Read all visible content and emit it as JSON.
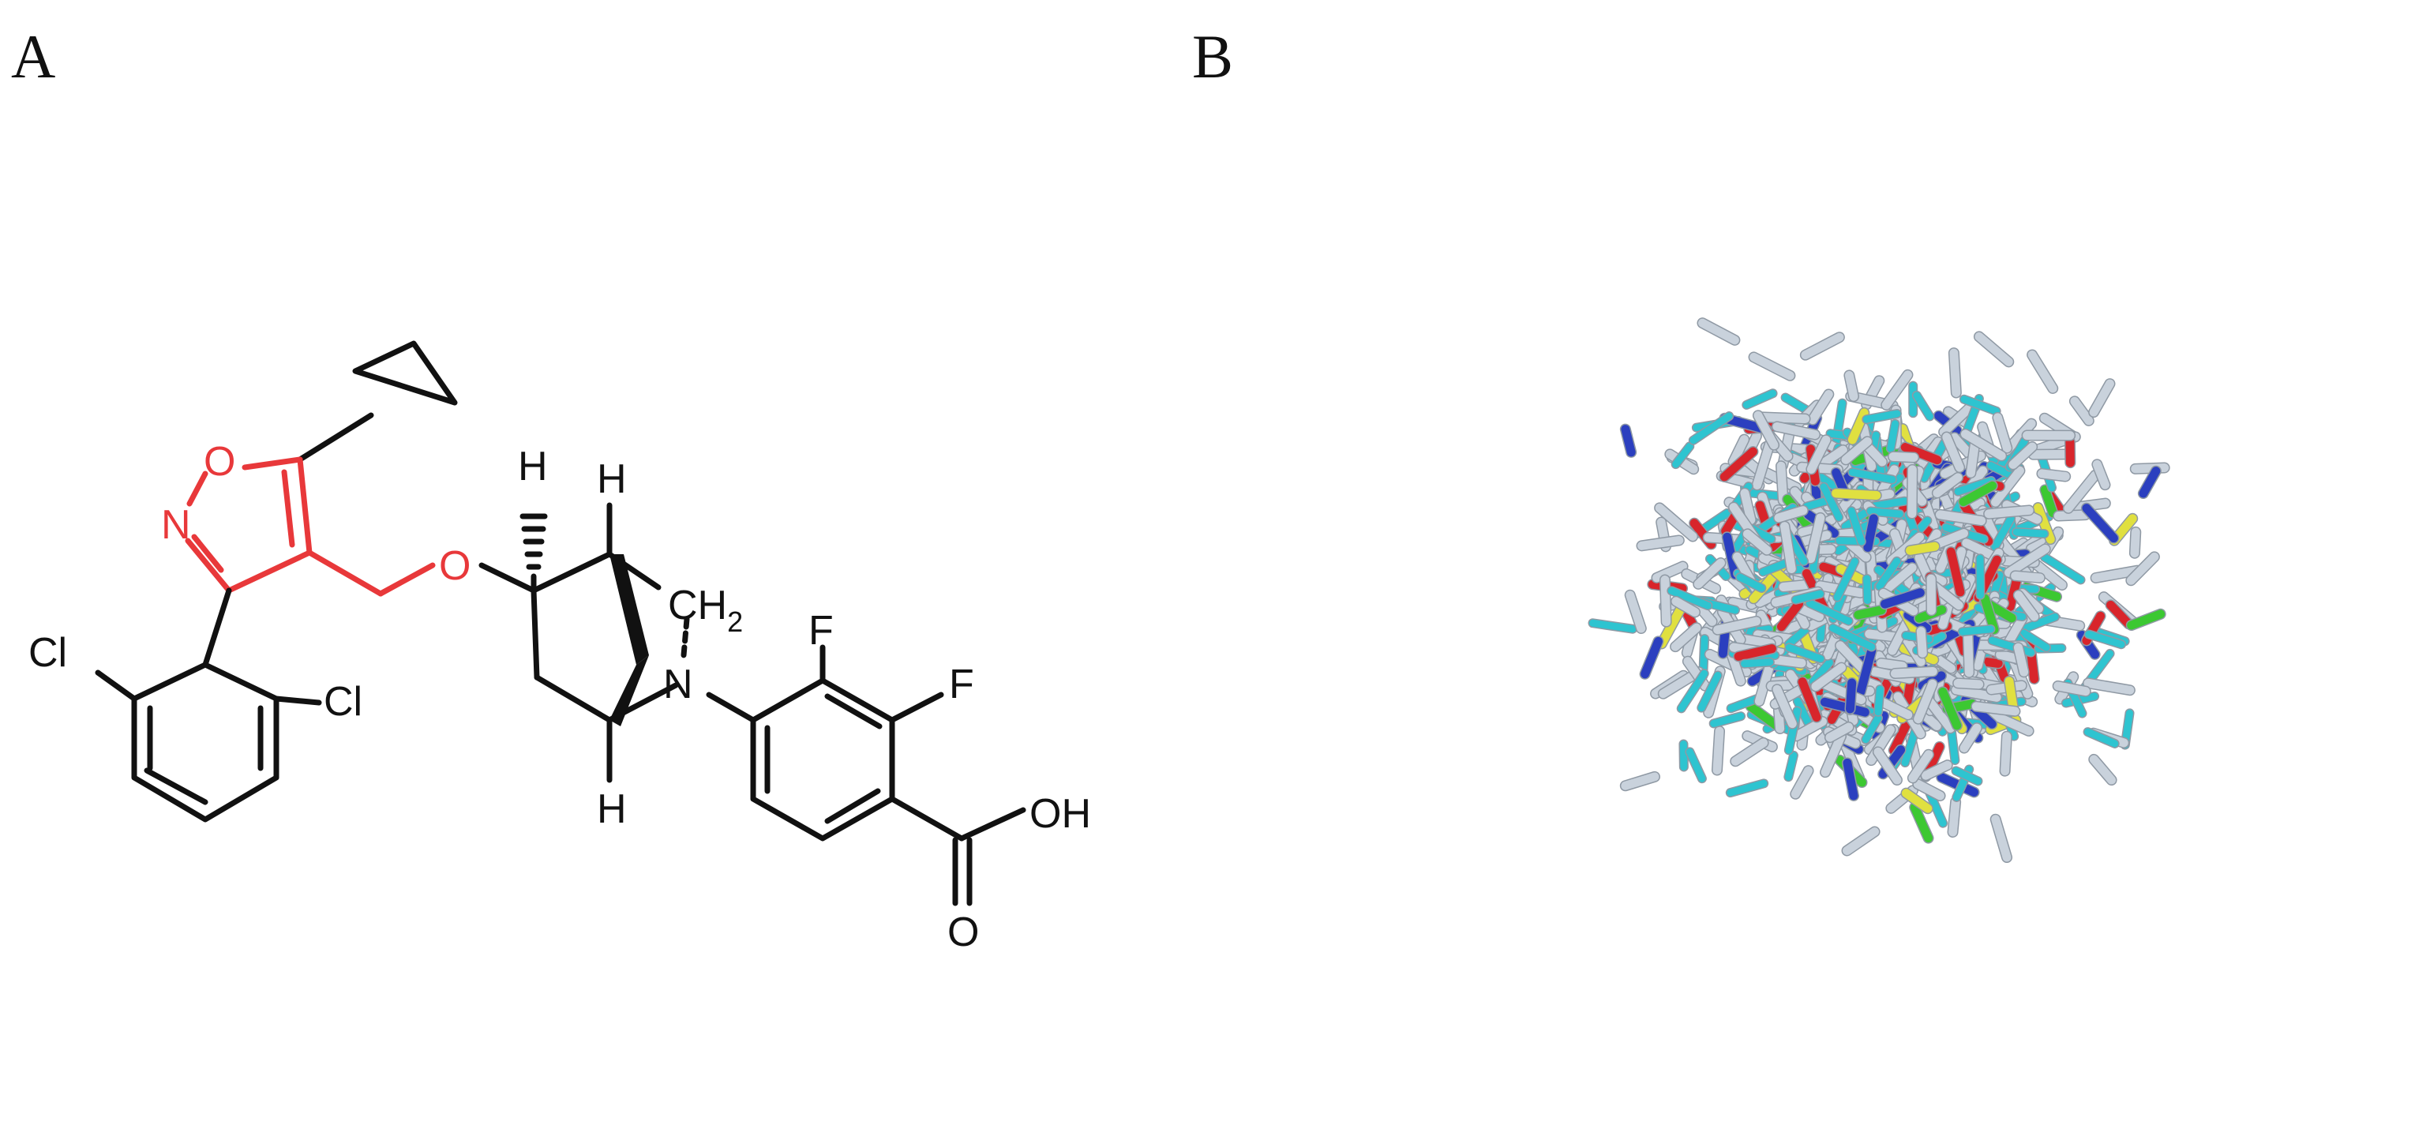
{
  "figure": {
    "panel_a_label": "A",
    "panel_b_label": "B"
  },
  "molecule": {
    "atoms": {
      "oxygen_ring": "O",
      "nitrogen_ring": "N",
      "oxygen_ether": "O",
      "hydrogen_top_left": "H",
      "hydrogen_top_right": "H",
      "methylene": "CH",
      "methylene_subscript": "2",
      "nitrogen_bridge": "N",
      "hydrogen_bottom": "H",
      "chlorine_left": "Cl",
      "chlorine_right": "Cl",
      "fluorine_1": "F",
      "fluorine_2": "F",
      "hydroxyl": "OH",
      "carbonyl_oxygen": "O"
    },
    "colors": {
      "scaffold": "#111111",
      "isoxazole_highlight": "#e8383a"
    }
  },
  "conformers": {
    "atom_colors": {
      "carbon": "#c9d2dc",
      "hydrogen": "#2ec4d0",
      "oxygen": "#d8252b",
      "nitrogen": "#2b3fbf",
      "chlorine": "#3cc832",
      "sulfur": "#e0e040"
    }
  }
}
